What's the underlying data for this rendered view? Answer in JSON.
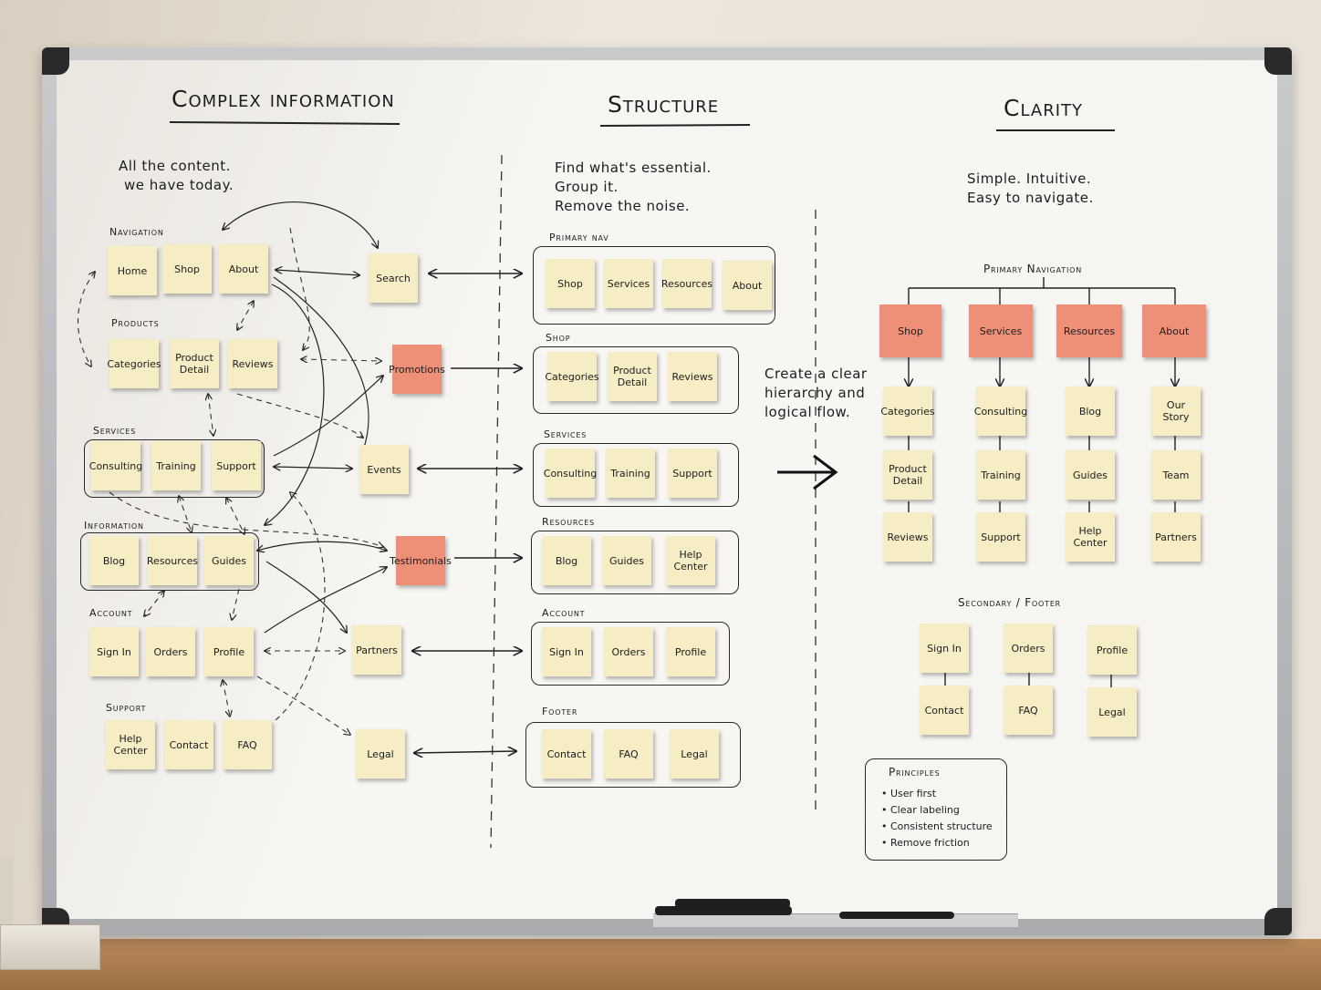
{
  "headings": {
    "complex": "Complex information",
    "structure": "Structure",
    "clarity": "Clarity"
  },
  "captions": {
    "complex": [
      "All the content.",
      "we have today."
    ],
    "structure": [
      "Find what's essential.",
      "Group it.",
      "Remove the noise."
    ],
    "clarity": [
      "Simple. Intuitive.",
      "Easy to navigate."
    ],
    "arrow": [
      "Create a clear",
      "hierarchy and",
      "logical flow."
    ]
  },
  "complex_groups": [
    {
      "label": "Navigation",
      "notes": [
        "Home",
        "Shop",
        "About"
      ]
    },
    {
      "label": "Products",
      "notes": [
        "Categories",
        "Product Detail",
        "Reviews"
      ]
    },
    {
      "label": "Services",
      "notes": [
        "Consulting",
        "Training",
        "Support"
      ]
    },
    {
      "label": "Information",
      "notes": [
        "Blog",
        "Resources",
        "Guides"
      ]
    },
    {
      "label": "Account",
      "notes": [
        "Sign In",
        "Orders",
        "Profile"
      ]
    },
    {
      "label": "Support",
      "notes": [
        "Help Center",
        "Contact",
        "FAQ"
      ]
    }
  ],
  "complex_loose": [
    "Search",
    "Promotions",
    "Events",
    "Testimonials",
    "Partners",
    "Legal"
  ],
  "structure_groups": [
    {
      "label": "Primary nav",
      "notes": [
        "Shop",
        "Services",
        "Resources",
        "About"
      ]
    },
    {
      "label": "Shop",
      "notes": [
        "Categories",
        "Product Detail",
        "Reviews"
      ]
    },
    {
      "label": "Services",
      "notes": [
        "Consulting",
        "Training",
        "Support"
      ]
    },
    {
      "label": "Resources",
      "notes": [
        "Blog",
        "Guides",
        "Help Center"
      ]
    },
    {
      "label": "Account",
      "notes": [
        "Sign In",
        "Orders",
        "Profile"
      ]
    },
    {
      "label": "Footer",
      "notes": [
        "Contact",
        "FAQ",
        "Legal"
      ]
    }
  ],
  "clarity": {
    "primary_label": "Primary Navigation",
    "columns": [
      {
        "head": "Shop",
        "items": [
          "Categories",
          "Product Detail",
          "Reviews"
        ]
      },
      {
        "head": "Services",
        "items": [
          "Consulting",
          "Training",
          "Support"
        ]
      },
      {
        "head": "Resources",
        "items": [
          "Blog",
          "Guides",
          "Help Center"
        ]
      },
      {
        "head": "About",
        "items": [
          "Our Story",
          "Team",
          "Partners"
        ]
      }
    ],
    "secondary_label": "Secondary / Footer",
    "secondary_columns": [
      {
        "head": "Sign In",
        "item": "Contact"
      },
      {
        "head": "Orders",
        "item": "FAQ"
      },
      {
        "head": "Profile",
        "item": "Legal"
      }
    ]
  },
  "principles": {
    "title": "Principles",
    "items": [
      "User first",
      "Clear labeling",
      "Consistent structure",
      "Remove friction"
    ]
  },
  "colors": {
    "sticky": "#f6edc5",
    "highlight": "#ee8f78",
    "ink": "#1d1d1d"
  }
}
